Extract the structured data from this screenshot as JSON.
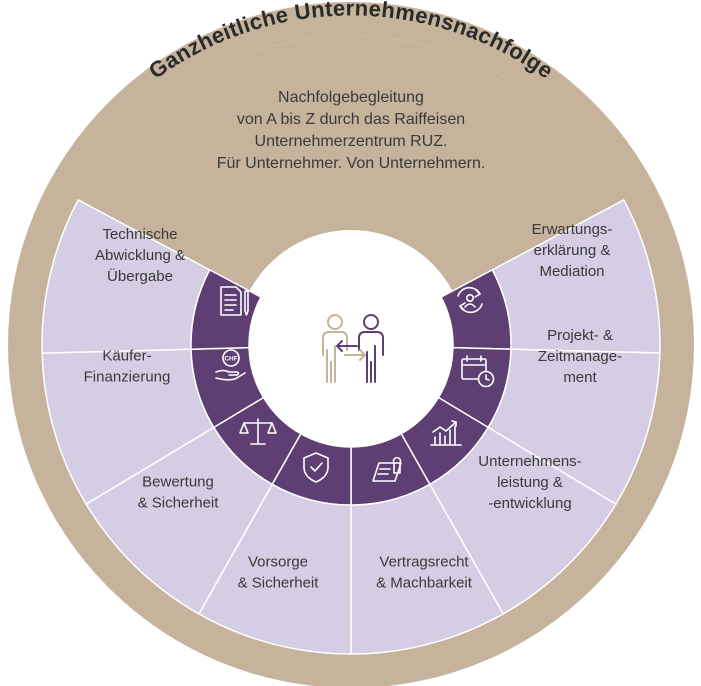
{
  "title": "Ganzheitliche Unternehmensnachfolge",
  "intro_lines": [
    "Nachfolgebegleitung",
    "von A bis Z durch das Raiffeisen",
    "Unternehmerzentrum RUZ.",
    "Für Unternehmer. Von Unternehmern."
  ],
  "segments": [
    {
      "id": "erwartung",
      "lines": [
        "Erwartungs-",
        "erklärung &",
        "Mediation"
      ],
      "icon": "mediation-cycle-icon"
    },
    {
      "id": "projekt",
      "lines": [
        "Projekt- &",
        "Zeitmanage-",
        "ment"
      ],
      "icon": "calendar-clock-icon"
    },
    {
      "id": "leistung",
      "lines": [
        "Unternehmens-",
        "leistung &",
        "-entwicklung"
      ],
      "icon": "growth-chart-icon"
    },
    {
      "id": "vertrag",
      "lines": [
        "Vertragsrecht",
        "& Machbarkeit"
      ],
      "icon": "contract-stamp-icon"
    },
    {
      "id": "vorsorge",
      "lines": [
        "Vorsorge",
        "& Sicherheit"
      ],
      "icon": "shield-check-icon"
    },
    {
      "id": "bewertung",
      "lines": [
        "Bewertung",
        "& Sicherheit"
      ],
      "icon": "scales-icon"
    },
    {
      "id": "kaeufer",
      "lines": [
        "Käufer-",
        "Finanzierung"
      ],
      "icon": "chf-hand-icon"
    },
    {
      "id": "technik",
      "lines": [
        "Technische",
        "Abwicklung &",
        "Übergabe"
      ],
      "icon": "document-pen-icon"
    }
  ],
  "icon_texts": {
    "chf": "CHF"
  },
  "center_icon": "handover-people-icon",
  "colors": {
    "ring": "#c5b39c",
    "top_sector": "#c5b39c",
    "segment_fill": "#d5cde3",
    "segment_border": "#ffffff",
    "inner_ring": "#5e3f73",
    "center": "#ffffff",
    "center_icon_beige": "#c5b39c",
    "center_icon_purple": "#5e3f73",
    "text": "#3a3a3a"
  }
}
